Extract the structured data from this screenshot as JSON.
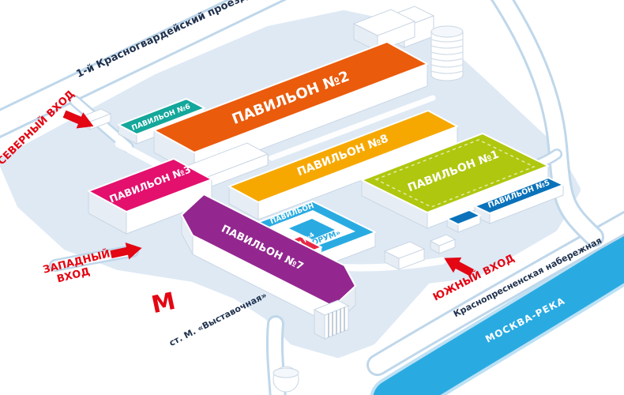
{
  "colors": {
    "accent_red": "#E30613",
    "river_blue": "#29ABE2",
    "ground": "#DEE9F4",
    "road_edge": "#BFD7EA"
  },
  "streets": {
    "north_street": "1-й Красногвардейский проезд",
    "embankment": "Краснопресненская набережная",
    "river": "МОСКВА-РЕКА"
  },
  "entrances": {
    "north": "СЕВЕРНЫЙ ВХОД",
    "west_line1": "ЗАПАДНЫЙ",
    "west_line2": "ВХОД",
    "south": "ЮЖНЫЙ ВХОД"
  },
  "metro": {
    "logo": "М",
    "station": "ст. М. «Выставочная»"
  },
  "pavilions": {
    "p1": {
      "label": "ПАВИЛЬОН №1",
      "color": "#AFC70E"
    },
    "p2": {
      "label": "ПАВИЛЬОН №2",
      "color": "#EA5B0C"
    },
    "p3": {
      "label": "ПАВИЛЬОН №3",
      "color": "#E3106E"
    },
    "p4": {
      "label": "ПАВИЛЬОН №4",
      "color": "#E72846"
    },
    "p5": {
      "label": "ПАВИЛЬОН №5",
      "color": "#0A72BA"
    },
    "p6": {
      "label": "ПАВИЛЬОН №6",
      "color": "#14A79B"
    },
    "p7": {
      "label": "ПАВИЛЬОН №7",
      "color": "#93278F"
    },
    "p8": {
      "label": "ПАВИЛЬОН №8",
      "color": "#F6A800"
    },
    "forum": {
      "label_line1": "ПАВИЛЬОН",
      "label_line2": "«ФОРУМ»",
      "color": "#29ABE2"
    }
  }
}
